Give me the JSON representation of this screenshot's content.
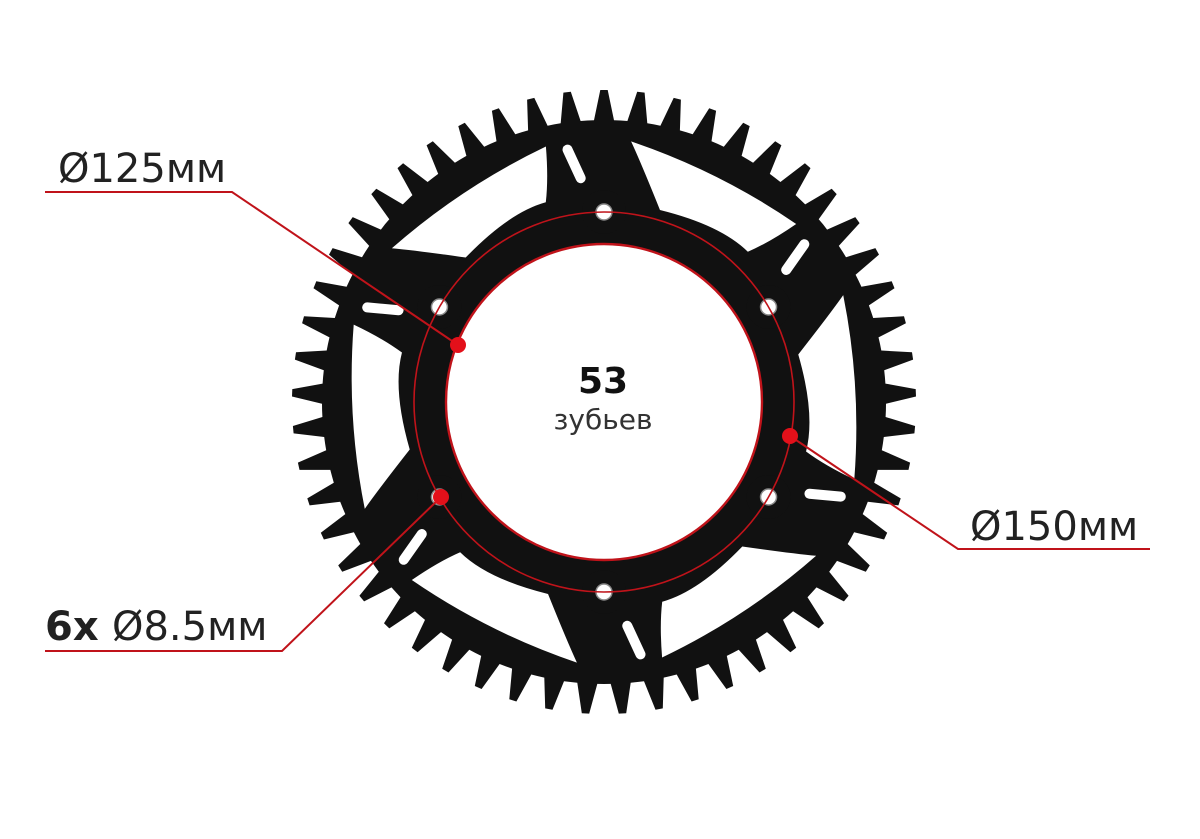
{
  "labels": {
    "inner_diameter": "Ø125мм",
    "outer_diameter": "Ø150мм",
    "holes_prefix": "6x",
    "holes_diameter": "Ø8.5мм"
  },
  "center": {
    "teeth_count": "53",
    "teeth_word": "зубьев"
  },
  "sprocket": {
    "teeth": 53,
    "bolt_holes": 6
  },
  "colors": {
    "metal": "#111111",
    "leader": "#c0131a",
    "marker": "#e3101a",
    "background": "#ffffff",
    "text": "#222222"
  }
}
